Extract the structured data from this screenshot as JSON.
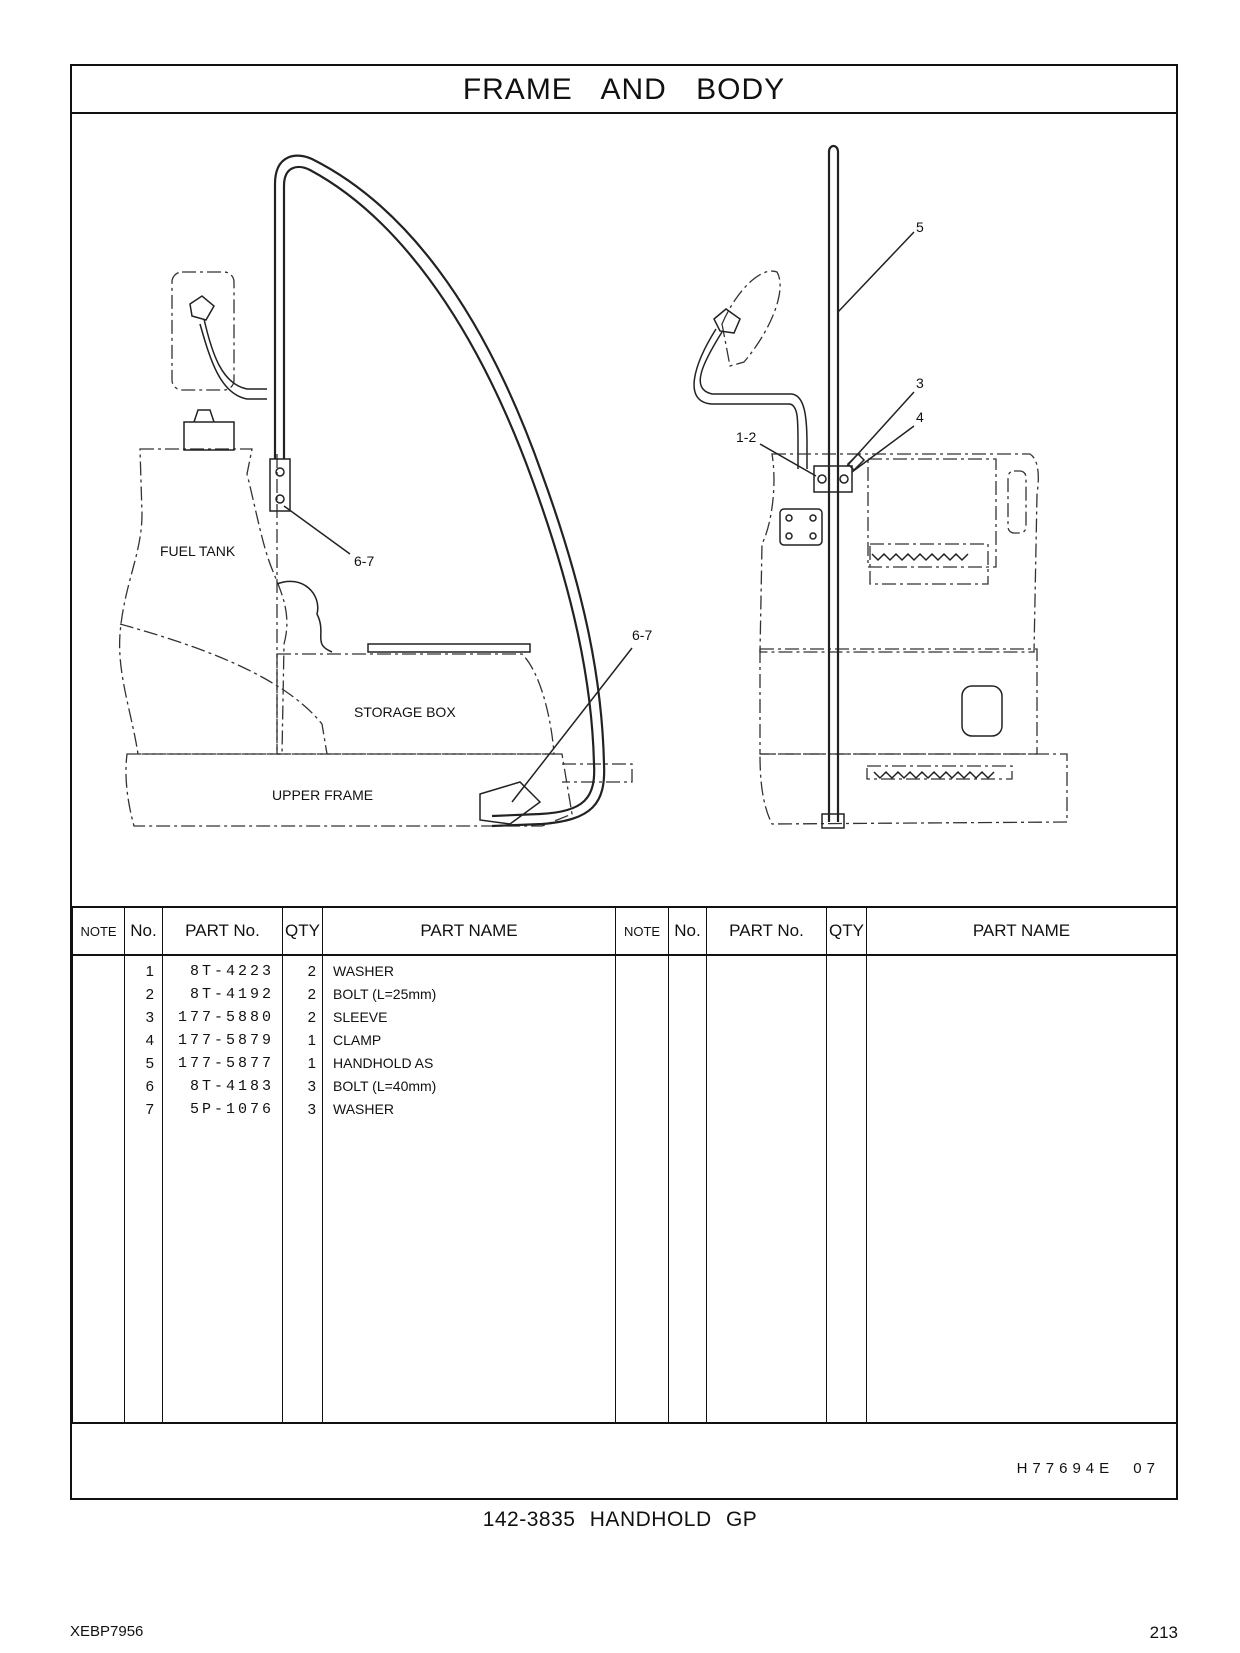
{
  "title": "FRAME AND BODY",
  "drawing": {
    "labels": {
      "fuel_tank": "FUEL TANK",
      "storage_box": "STORAGE BOX",
      "upper_frame": "UPPER FRAME",
      "callout_6_7_a": "6-7",
      "callout_6_7_b": "6-7",
      "callout_5": "5",
      "callout_3": "3",
      "callout_4": "4",
      "callout_1_2": "1-2"
    }
  },
  "table": {
    "headers": {
      "note": "NOTE",
      "no": "No.",
      "part_no": "PART No.",
      "qty": "QTY",
      "part_name": "PART NAME"
    },
    "rows": [
      {
        "no": "1",
        "part_no": "8T-4223",
        "qty": "2",
        "name": "WASHER"
      },
      {
        "no": "2",
        "part_no": "8T-4192",
        "qty": "2",
        "name": "BOLT (L=25mm)"
      },
      {
        "no": "3",
        "part_no": "177-5880",
        "qty": "2",
        "name": "SLEEVE"
      },
      {
        "no": "4",
        "part_no": "177-5879",
        "qty": "1",
        "name": "CLAMP"
      },
      {
        "no": "5",
        "part_no": "177-5877",
        "qty": "1",
        "name": "HANDHOLD AS"
      },
      {
        "no": "6",
        "part_no": "8T-4183",
        "qty": "3",
        "name": "BOLT (L=40mm)"
      },
      {
        "no": "7",
        "part_no": "5P-1076",
        "qty": "3",
        "name": "WASHER"
      }
    ]
  },
  "figure_ref": "H77694E 07",
  "subtitle": "142-3835 HANDHOLD GP",
  "doc_id": "XEBP7956",
  "page_number": "213"
}
